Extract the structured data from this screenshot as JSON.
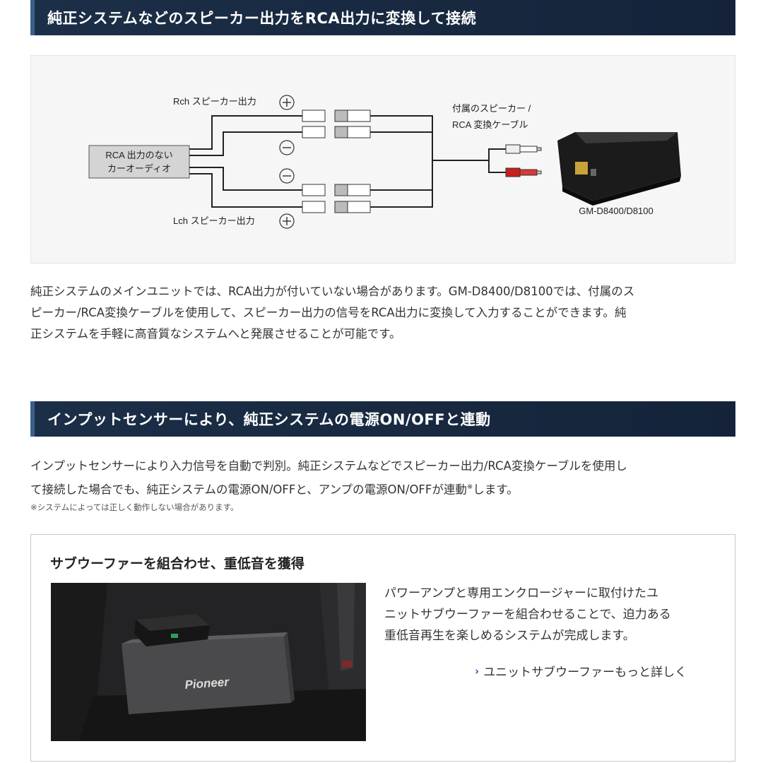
{
  "section1": {
    "title": "純正システムなどのスピーカー出力をRCA出力に変換して接続",
    "diagram": {
      "rch_label": "Rch スピーカー出力",
      "lch_label": "Lch スピーカー出力",
      "head_unit_line1": "RCA 出力のない",
      "head_unit_line2": "カーオーディオ",
      "cable_line1": "付属のスピーカー /",
      "cable_line2": "RCA 変換ケーブル",
      "amp_model": "GM-D8400/D8100",
      "plus_symbol": "+",
      "minus_symbol": "−"
    },
    "paragraph_line1": "純正システムのメインユニットでは、RCA出力が付いていない場合があります。GM-D8400/D8100では、付属のス",
    "paragraph_line2": "ピーカー/RCA変換ケーブルを使用して、スピーカー出力の信号をRCA出力に変換して入力することができます。純",
    "paragraph_line3": "正システムを手軽に高音質なシステムへと発展させることが可能です。"
  },
  "section2": {
    "title": "インプットセンサーにより、純正システムの電源ON/OFFと連動",
    "paragraph_line1": "インプットセンサーにより入力信号を自動で判別。純正システムなどでスピーカー出力/RCA変換ケーブルを使用し",
    "paragraph_line2_a": "て接続した場合でも、純正システムの電源ON/OFFと、アンプの電源ON/OFFが連動",
    "paragraph_line2_mark": "※",
    "paragraph_line2_b": "します。",
    "note": "※システムによっては正しく動作しない場合があります。"
  },
  "feature": {
    "title": "サブウーファーを組合わせ、重低音を獲得",
    "text_line1": "パワーアンプと専用エンクロージャーに取付けたユ",
    "text_line2": "ニットサブウーファーを組合わせることで、迫力ある",
    "text_line3": "重低音再生を楽しめるシステムが完成します。",
    "link_label": "ユニットサブウーファーもっと詳しく",
    "link_icon": "chevron-right-icon",
    "photo_brand": "Pioneer"
  },
  "colors": {
    "header_bg": "#1c2f48",
    "header_accent": "#3a5f8f",
    "link_chevron": "#2a5ea8",
    "rca_red": "#c8201e"
  }
}
